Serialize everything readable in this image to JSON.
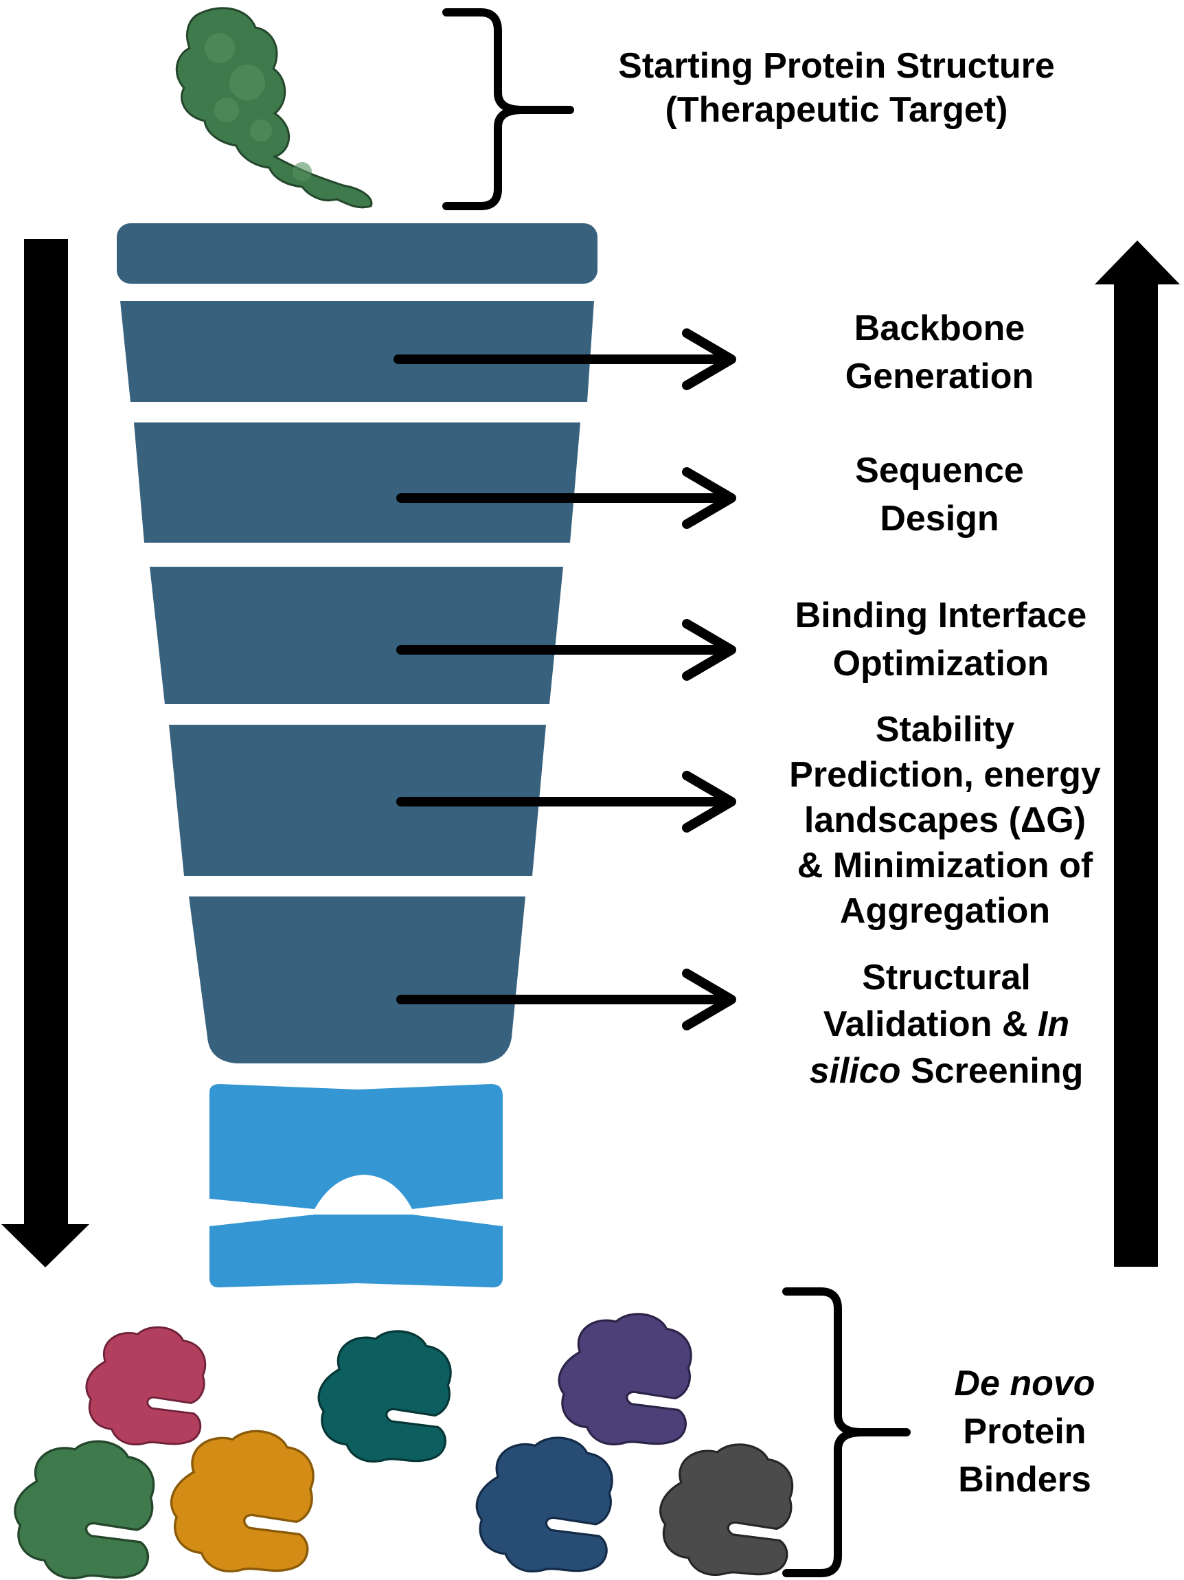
{
  "colors": {
    "funnel": "#37617d",
    "cup": "#3496d3",
    "arrow": "#000000",
    "protein_target": "#3f7a4c",
    "binder_pink": "#b23f5e",
    "binder_teal": "#0d5e5e",
    "binder_purple": "#4d4079",
    "binder_green": "#3f7a4c",
    "binder_orange": "#d38d17",
    "binder_navy": "#284d75",
    "binder_gray": "#4b4b4b"
  },
  "top_label": {
    "line1": "Starting Protein Structure",
    "line2": "(Therapeutic Target)"
  },
  "steps": [
    {
      "line1": "Backbone",
      "line2": "Generation"
    },
    {
      "line1": "Sequence",
      "line2": "Design"
    },
    {
      "line1": "Binding Interface",
      "line2": "Optimization"
    },
    {
      "line1": "Stability",
      "line2": "Prediction, energy",
      "line3": "landscapes (ΔG)",
      "line4": "& Minimization of",
      "line5": "Aggregation"
    },
    {
      "line1": "Structural",
      "line2a": "Validation & ",
      "line2b": "In",
      "line3a": "silico",
      "line3b": " Screening"
    }
  ],
  "bottom_label": {
    "line1": "De novo",
    "line2": "Protein",
    "line3": "Binders"
  },
  "icons": {
    "target": "protein-structure-icon",
    "binder": "protein-binder-icon"
  }
}
